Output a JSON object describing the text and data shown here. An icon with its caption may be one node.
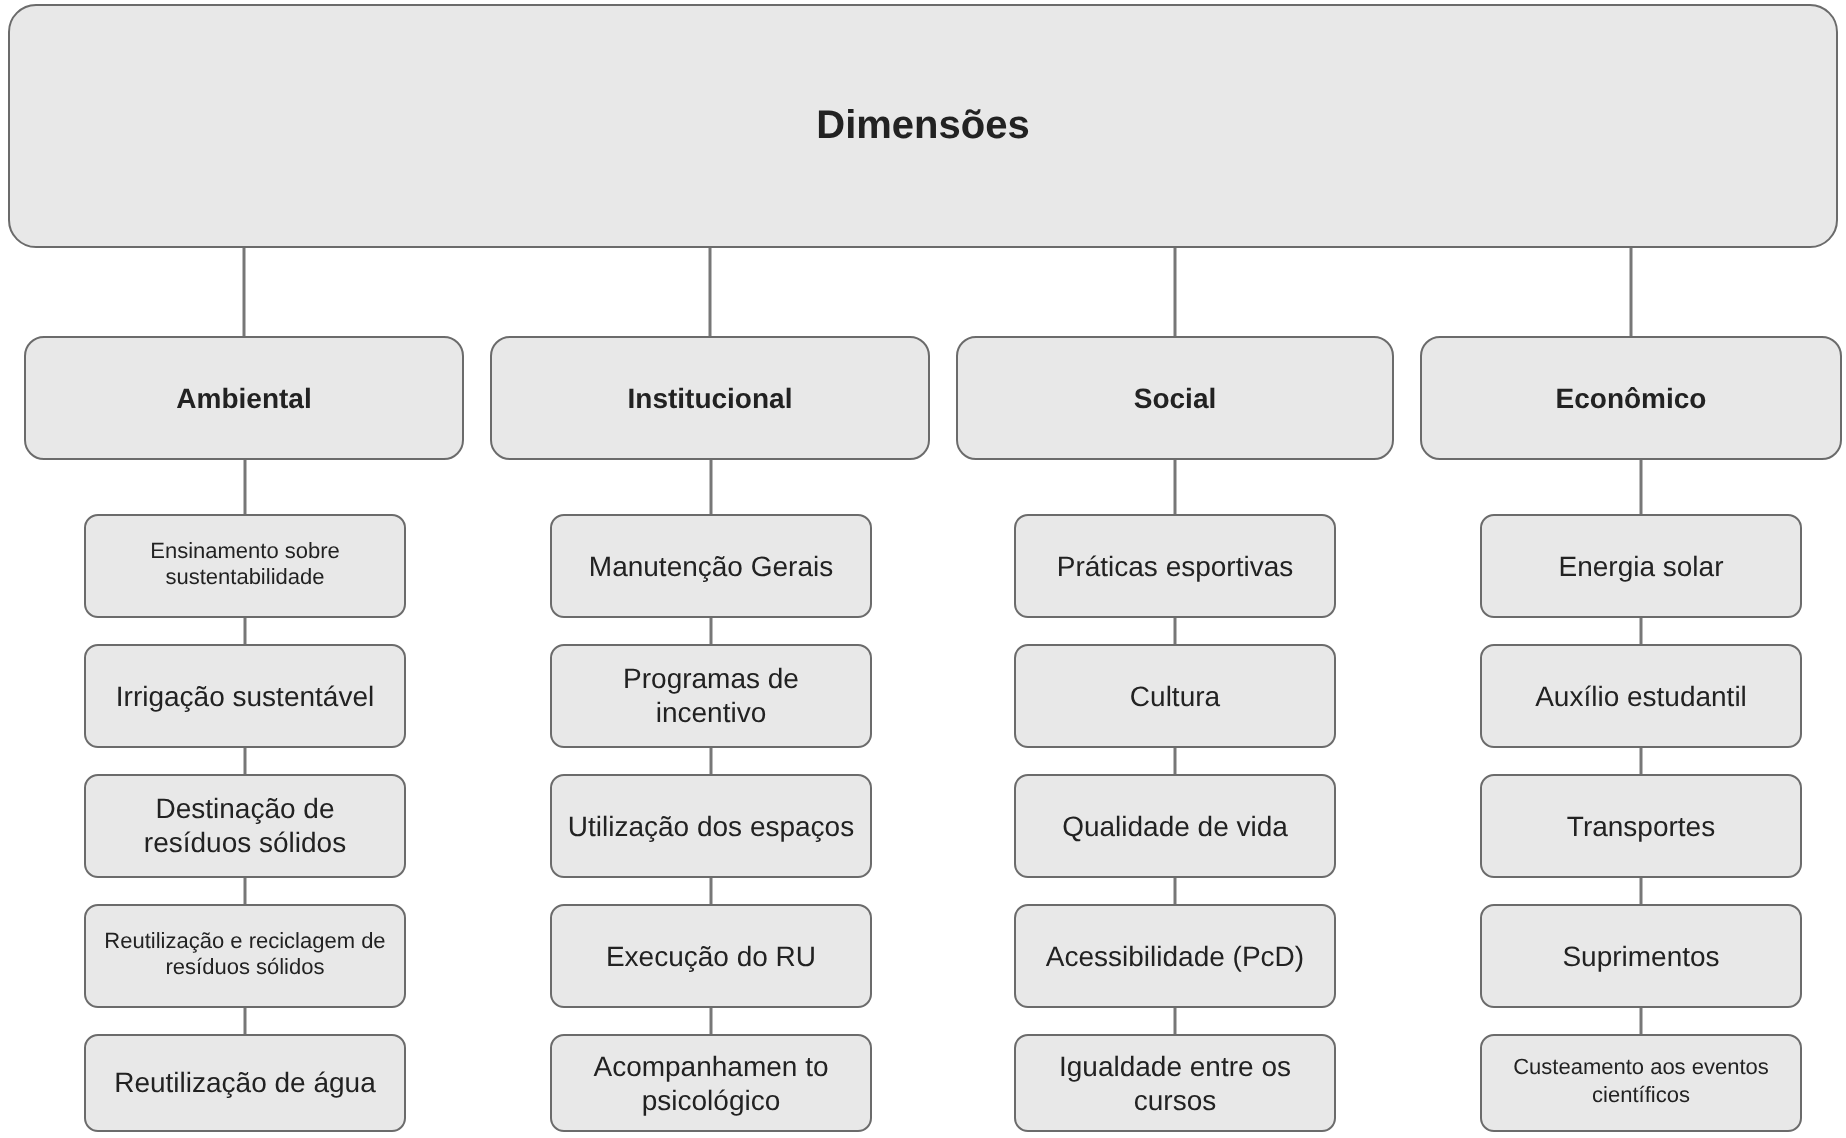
{
  "diagram": {
    "nodes": [
      {
        "text": [
          "Dimensões"
        ]
      },
      {
        "text": [
          "Ambiental"
        ]
      },
      {
        "text": [
          "Ensinamento sobre sustentabilidade"
        ]
      },
      {
        "text": [
          "Irrigação sustentável"
        ]
      },
      {
        "text": [
          "Destinação de resíduos sólidos"
        ]
      },
      {
        "text": [
          "Reutilização e reciclagem de resíduos sólidos"
        ]
      },
      {
        "text": [
          "Reutilização de água"
        ]
      },
      {
        "text": [
          "Institucional"
        ]
      },
      {
        "text": [
          "Manutenção Gerais"
        ]
      },
      {
        "text": [
          "Programas de incentivo"
        ]
      },
      {
        "text": [
          "Utilização dos espaços"
        ]
      },
      {
        "text": [
          "Execução do RU"
        ]
      },
      {
        "text": [
          "Acompanhamen to psicológico"
        ]
      },
      {
        "text": [
          "Social"
        ]
      },
      {
        "text": [
          "Práticas esportivas"
        ]
      },
      {
        "text": [
          "Cultura"
        ]
      },
      {
        "text": [
          "Qualidade de vida"
        ]
      },
      {
        "text": [
          "Acessibilidade (PcD)"
        ]
      },
      {
        "text": [
          "Igualdade entre os cursos"
        ]
      },
      {
        "text": [
          "Econômico"
        ]
      },
      {
        "text": [
          "Energia solar"
        ]
      },
      {
        "text": [
          "Auxílio estudantil"
        ]
      },
      {
        "text": [
          "Transportes"
        ]
      },
      {
        "text": [
          "Suprimentos"
        ]
      },
      {
        "text": [
          "Custeamento aos eventos científicos"
        ]
      }
    ],
    "edges": [
      {
        "from": 0,
        "to": 1,
        "arrow": "none"
      },
      {
        "from": 1,
        "to": 2,
        "arrow": "none"
      },
      {
        "from": 2,
        "to": 3,
        "arrow": "none"
      },
      {
        "from": 3,
        "to": 4,
        "arrow": "none"
      },
      {
        "from": 4,
        "to": 5,
        "arrow": "none"
      },
      {
        "from": 5,
        "to": 6,
        "arrow": "none"
      },
      {
        "from": 0,
        "to": 7,
        "arrow": "none"
      },
      {
        "from": 7,
        "to": 8,
        "arrow": "none"
      },
      {
        "from": 8,
        "to": 9,
        "arrow": "none"
      },
      {
        "from": 9,
        "to": 10,
        "arrow": "none"
      },
      {
        "from": 10,
        "to": 11,
        "arrow": "none"
      },
      {
        "from": 11,
        "to": 12,
        "arrow": "none"
      },
      {
        "from": 0,
        "to": 13,
        "arrow": "none"
      },
      {
        "from": 13,
        "to": 14,
        "arrow": "none"
      },
      {
        "from": 14,
        "to": 15,
        "arrow": "none"
      },
      {
        "from": 15,
        "to": 16,
        "arrow": "none"
      },
      {
        "from": 16,
        "to": 17,
        "arrow": "none"
      },
      {
        "from": 17,
        "to": 18,
        "arrow": "none"
      },
      {
        "from": 0,
        "to": 19,
        "arrow": "none"
      },
      {
        "from": 19,
        "to": 20,
        "arrow": "none"
      },
      {
        "from": 20,
        "to": 21,
        "arrow": "none"
      },
      {
        "from": 21,
        "to": 22,
        "arrow": "none"
      },
      {
        "from": 22,
        "to": 23,
        "arrow": "none"
      },
      {
        "from": 23,
        "to": 24,
        "arrow": "none"
      }
    ]
  }
}
